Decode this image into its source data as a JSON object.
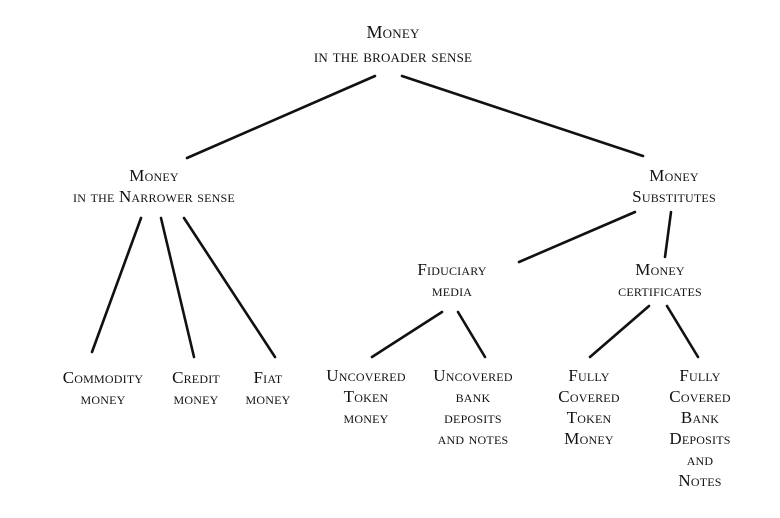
{
  "root": {
    "line1": "Money",
    "line2": "in the broader sense"
  },
  "narrower": {
    "line1": "Money",
    "line2": "in the Narrower sense"
  },
  "substitutes": {
    "line1": "Money",
    "line2": "Substitutes"
  },
  "fiduciary": {
    "line1": "Fiduciary",
    "line2": "media"
  },
  "certificates": {
    "line1": "Money",
    "line2": "certificates"
  },
  "commodity": {
    "line1": "Commodity",
    "line2": "money"
  },
  "credit": {
    "line1": "Credit",
    "line2": "money"
  },
  "fiat": {
    "line1": "Fiat",
    "line2": "money"
  },
  "uncovered_token": {
    "line1": "Uncovered",
    "line2": "Token",
    "line3": "money"
  },
  "uncovered_bank": {
    "line1": "Uncovered",
    "line2": "bank",
    "line3": "deposits",
    "line4": "and notes"
  },
  "fully_token": {
    "line1": "Fully",
    "line2": "Covered",
    "line3": "Token",
    "line4": "Money"
  },
  "fully_bank": {
    "line1": "Fully",
    "line2": "Covered",
    "line3": "Bank",
    "line4": "Deposits",
    "line5": "and",
    "line6": "Notes"
  }
}
